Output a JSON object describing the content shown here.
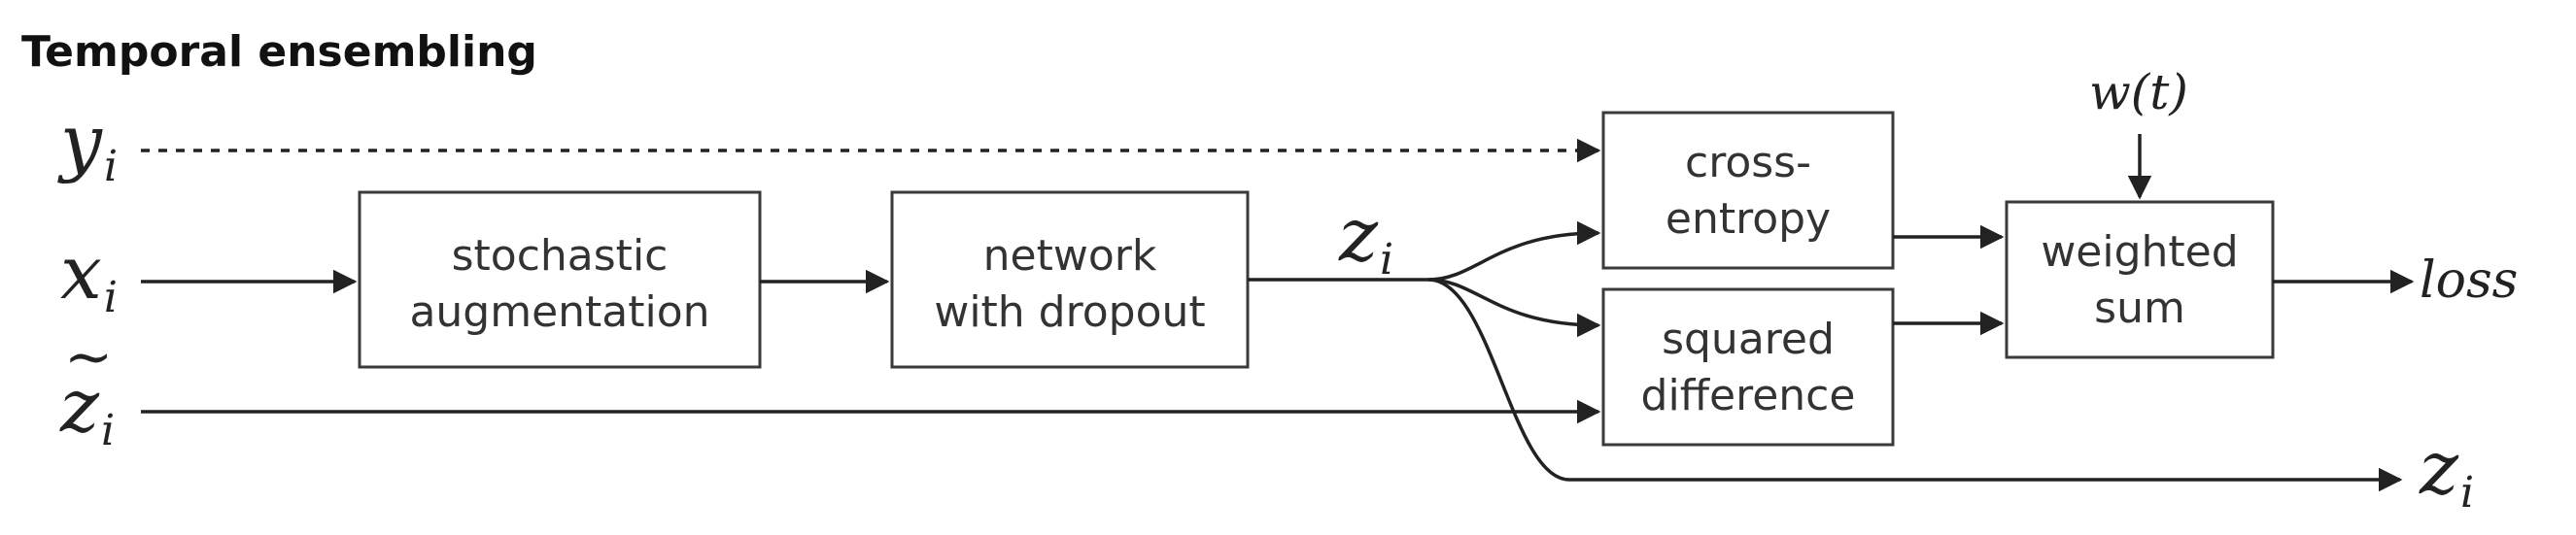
{
  "title": "Temporal ensembling",
  "inputs": {
    "y": {
      "base": "y",
      "sub": "i"
    },
    "x": {
      "base": "x",
      "sub": "i"
    },
    "z_tilde": {
      "base": "z",
      "sub": "i",
      "accent": "~"
    }
  },
  "boxes": {
    "augmentation": {
      "line1": "stochastic",
      "line2": "augmentation"
    },
    "network": {
      "line1": "network",
      "line2": "with dropout"
    },
    "cross_entropy": {
      "line1": "cross-",
      "line2": "entropy"
    },
    "squared_difference": {
      "line1": "squared",
      "line2": "difference"
    },
    "weighted_sum": {
      "line1": "weighted",
      "line2": "sum"
    }
  },
  "labels": {
    "z_mid": {
      "base": "z",
      "sub": "i"
    },
    "w": "w(t)",
    "loss": "loss",
    "z_out": {
      "base": "z",
      "sub": "i"
    }
  },
  "colors": {
    "stroke": "#222222",
    "box_border": "#3a3a3a",
    "text": "#333333"
  }
}
